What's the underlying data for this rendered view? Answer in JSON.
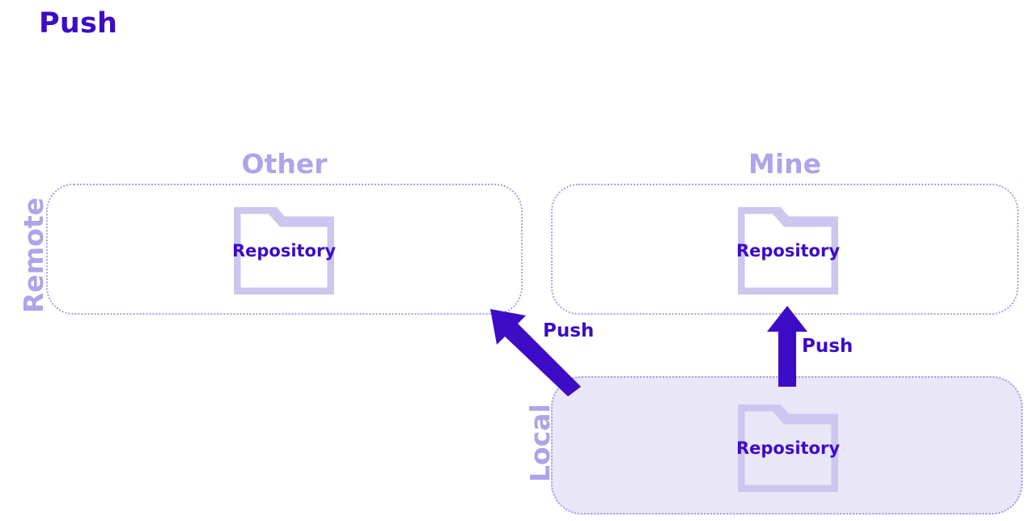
{
  "title": "Push",
  "theme": {
    "accent_deep": "#3c0cc6",
    "accent_light": "#b0a3e8",
    "folder_stroke": "#cdc6ee",
    "local_fill": "#e9e6f7",
    "border_dotted": "#a99de8",
    "background": "#ffffff"
  },
  "zones": {
    "remote": {
      "side_label": "Remote",
      "boxes": [
        {
          "heading": "Other",
          "repo_label": "Repository"
        },
        {
          "heading": "Mine",
          "repo_label": "Repository"
        }
      ]
    },
    "local": {
      "side_label": "Local",
      "repo_label": "Repository"
    }
  },
  "arrows": [
    {
      "id": "push-to-other",
      "label": "Push",
      "direction": "diagonal-up-left",
      "from": "local-repository",
      "to": "remote-other-repository"
    },
    {
      "id": "push-to-mine",
      "label": "Push",
      "direction": "up",
      "from": "local-repository",
      "to": "remote-mine-repository"
    }
  ],
  "icons": {
    "folder": "folder-icon"
  }
}
